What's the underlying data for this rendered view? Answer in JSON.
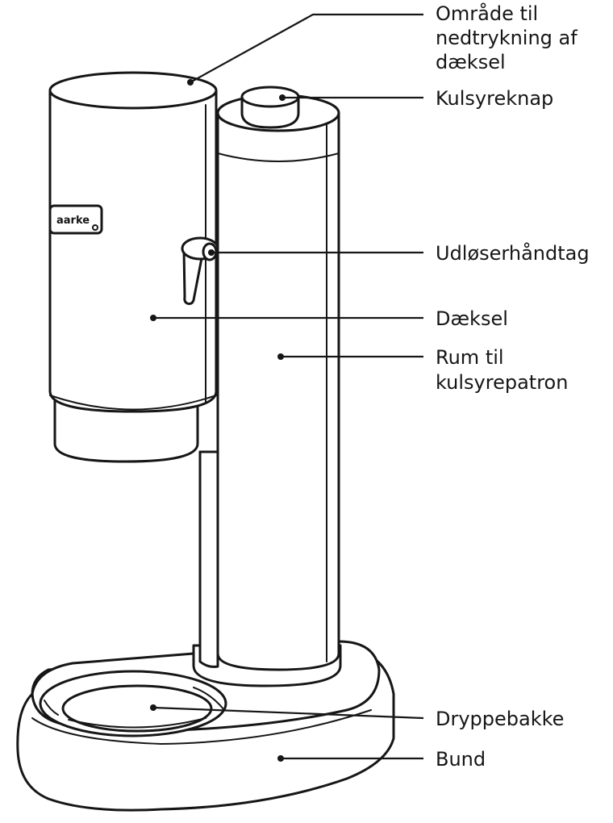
{
  "brand": "aarke",
  "labels": {
    "lid_press_area": [
      "Område til",
      "nedtrykning af",
      "dæksel"
    ],
    "carbonation_button": "Kulsyreknap",
    "release_handle": "Udløserhåndtag",
    "lid": "Dæksel",
    "cylinder_compartment": [
      "Rum til",
      "kulsyrepatron"
    ],
    "drip_tray": "Dryppebakke",
    "base": "Bund"
  }
}
